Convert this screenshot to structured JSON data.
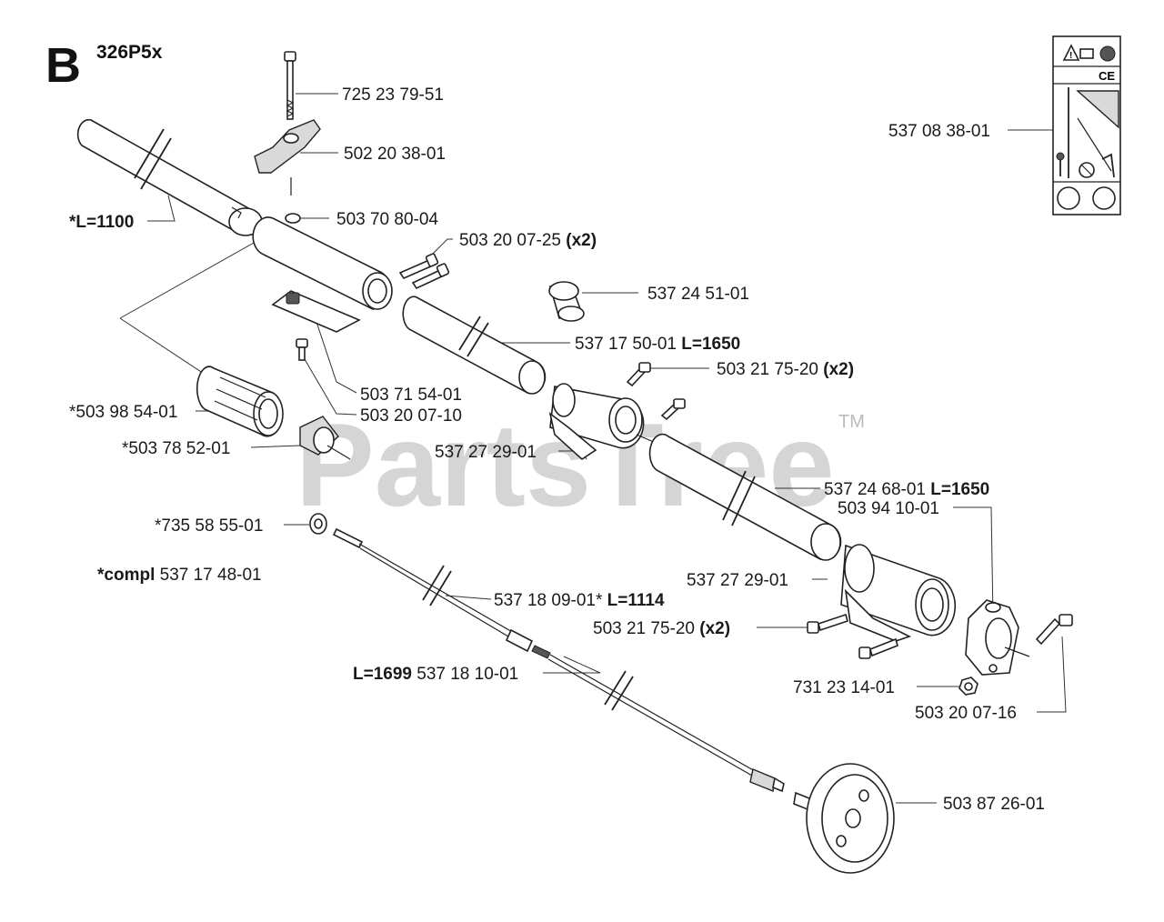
{
  "section": {
    "letter": "B",
    "model": "326P5x"
  },
  "watermark": {
    "text": "PartsTree",
    "tm": "TM"
  },
  "decal": {
    "ce_mark": "CE"
  },
  "labels": {
    "p1": {
      "prefix": "",
      "num": "725 23 79-51",
      "suffix": ""
    },
    "p2": {
      "prefix": "",
      "num": "502 20 38-01",
      "suffix": ""
    },
    "p3": {
      "prefix": "*L=1100",
      "num": "",
      "suffix": ""
    },
    "p4": {
      "prefix": "",
      "num": "503 70 80-04",
      "suffix": ""
    },
    "p5": {
      "prefix": "",
      "num": "503 20 07-25",
      "suffix": "(x2)"
    },
    "p6": {
      "prefix": "",
      "num": "537 24 51-01",
      "suffix": ""
    },
    "p7": {
      "prefix": "",
      "num": "537 17 50-01",
      "suffix": "L=1650"
    },
    "p8": {
      "prefix": "",
      "num": "503 21 75-20",
      "suffix": "(x2)"
    },
    "p9": {
      "prefix": "",
      "num": "503 71 54-01",
      "suffix": ""
    },
    "p10": {
      "prefix": "",
      "num": "503 20 07-10",
      "suffix": ""
    },
    "p11": {
      "prefix": "",
      "num": "*503 98 54-01",
      "suffix": ""
    },
    "p12": {
      "prefix": "",
      "num": "*503 78 52-01",
      "suffix": ""
    },
    "p13": {
      "prefix": "",
      "num": "537 27 29-01",
      "suffix": ""
    },
    "p14": {
      "prefix": "",
      "num": "537 24 68-01",
      "suffix": "L=1650"
    },
    "p15": {
      "prefix": "",
      "num": "503 94 10-01",
      "suffix": ""
    },
    "p16": {
      "prefix": "",
      "num": "*735 58 55-01",
      "suffix": ""
    },
    "p17": {
      "prefix": "*compl",
      "num": "537 17 48-01",
      "suffix": ""
    },
    "p18": {
      "prefix": "",
      "num": "537 18 09-01*",
      "suffix": "L=1114"
    },
    "p19": {
      "prefix": "",
      "num": "537 27 29-01",
      "suffix": ""
    },
    "p20": {
      "prefix": "",
      "num": "503 21 75-20",
      "suffix": "(x2)"
    },
    "p21": {
      "prefix": "L=1699",
      "num": "537 18 10-01",
      "suffix": ""
    },
    "p22": {
      "prefix": "",
      "num": "731 23 14-01",
      "suffix": ""
    },
    "p23": {
      "prefix": "",
      "num": "503 20 07-16",
      "suffix": ""
    },
    "p24": {
      "prefix": "",
      "num": "503 87 26-01",
      "suffix": ""
    },
    "p25": {
      "prefix": "",
      "num": "537 08 38-01",
      "suffix": ""
    }
  }
}
